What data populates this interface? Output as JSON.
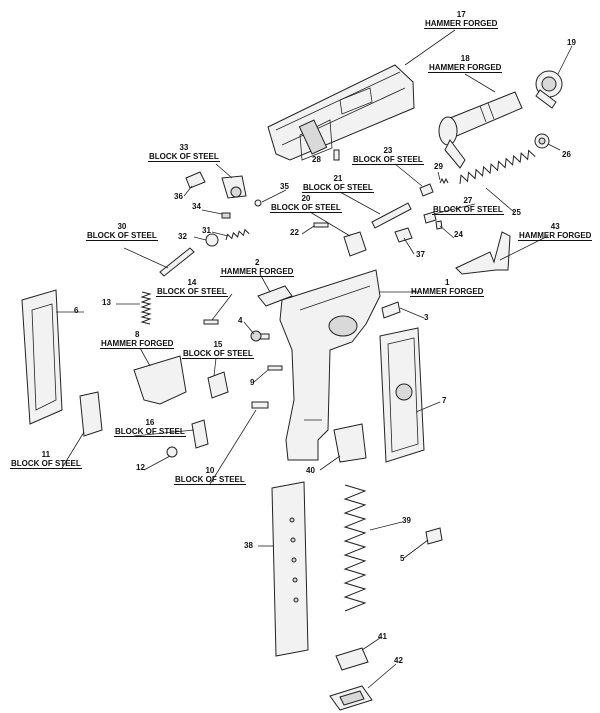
{
  "parts": [
    {
      "id": "17",
      "number": "17",
      "material": "HAMMER FORGED"
    },
    {
      "id": "18",
      "number": "18",
      "material": "HAMMER FORGED"
    },
    {
      "id": "19",
      "number": "19",
      "material": ""
    },
    {
      "id": "26",
      "number": "26",
      "material": ""
    },
    {
      "id": "33",
      "number": "33",
      "material": "BLOCK OF STEEL"
    },
    {
      "id": "28",
      "number": "28",
      "material": ""
    },
    {
      "id": "23",
      "number": "23",
      "material": "BLOCK OF STEEL"
    },
    {
      "id": "29",
      "number": "29",
      "material": ""
    },
    {
      "id": "36",
      "number": "36",
      "material": ""
    },
    {
      "id": "35",
      "number": "35",
      "material": ""
    },
    {
      "id": "21",
      "number": "21",
      "material": "BLOCK OF STEEL"
    },
    {
      "id": "27",
      "number": "27",
      "material": "BLOCK OF STEEL"
    },
    {
      "id": "25",
      "number": "25",
      "material": ""
    },
    {
      "id": "34",
      "number": "34",
      "material": ""
    },
    {
      "id": "20",
      "number": "20",
      "material": "BLOCK OF STEEL"
    },
    {
      "id": "22",
      "number": "22",
      "material": ""
    },
    {
      "id": "24",
      "number": "24",
      "material": ""
    },
    {
      "id": "30",
      "number": "30",
      "material": "BLOCK OF STEEL"
    },
    {
      "id": "32",
      "number": "32",
      "material": ""
    },
    {
      "id": "31",
      "number": "31",
      "material": ""
    },
    {
      "id": "43",
      "number": "43",
      "material": "HAMMER FORGED"
    },
    {
      "id": "2",
      "number": "2",
      "material": "HAMMER FORGED"
    },
    {
      "id": "37",
      "number": "37",
      "material": ""
    },
    {
      "id": "14",
      "number": "14",
      "material": "BLOCK OF STEEL"
    },
    {
      "id": "1",
      "number": "1",
      "material": "HAMMER FORGED"
    },
    {
      "id": "13",
      "number": "13",
      "material": ""
    },
    {
      "id": "6a",
      "number": "6",
      "material": ""
    },
    {
      "id": "4",
      "number": "4",
      "material": ""
    },
    {
      "id": "3",
      "number": "3",
      "material": ""
    },
    {
      "id": "8",
      "number": "8",
      "material": "HAMMER FORGED"
    },
    {
      "id": "15",
      "number": "15",
      "material": "BLOCK OF STEEL"
    },
    {
      "id": "9",
      "number": "9",
      "material": ""
    },
    {
      "id": "7",
      "number": "7",
      "material": ""
    },
    {
      "id": "16",
      "number": "16",
      "material": "BLOCK OF STEEL"
    },
    {
      "id": "11",
      "number": "11",
      "material": "BLOCK OF STEEL"
    },
    {
      "id": "12",
      "number": "12",
      "material": ""
    },
    {
      "id": "10",
      "number": "10",
      "material": "BLOCK OF STEEL"
    },
    {
      "id": "40",
      "number": "40",
      "material": ""
    },
    {
      "id": "39",
      "number": "39",
      "material": ""
    },
    {
      "id": "38",
      "number": "38",
      "material": ""
    },
    {
      "id": "5",
      "number": "5",
      "material": ""
    },
    {
      "id": "41",
      "number": "41",
      "material": ""
    },
    {
      "id": "42",
      "number": "42",
      "material": ""
    }
  ]
}
